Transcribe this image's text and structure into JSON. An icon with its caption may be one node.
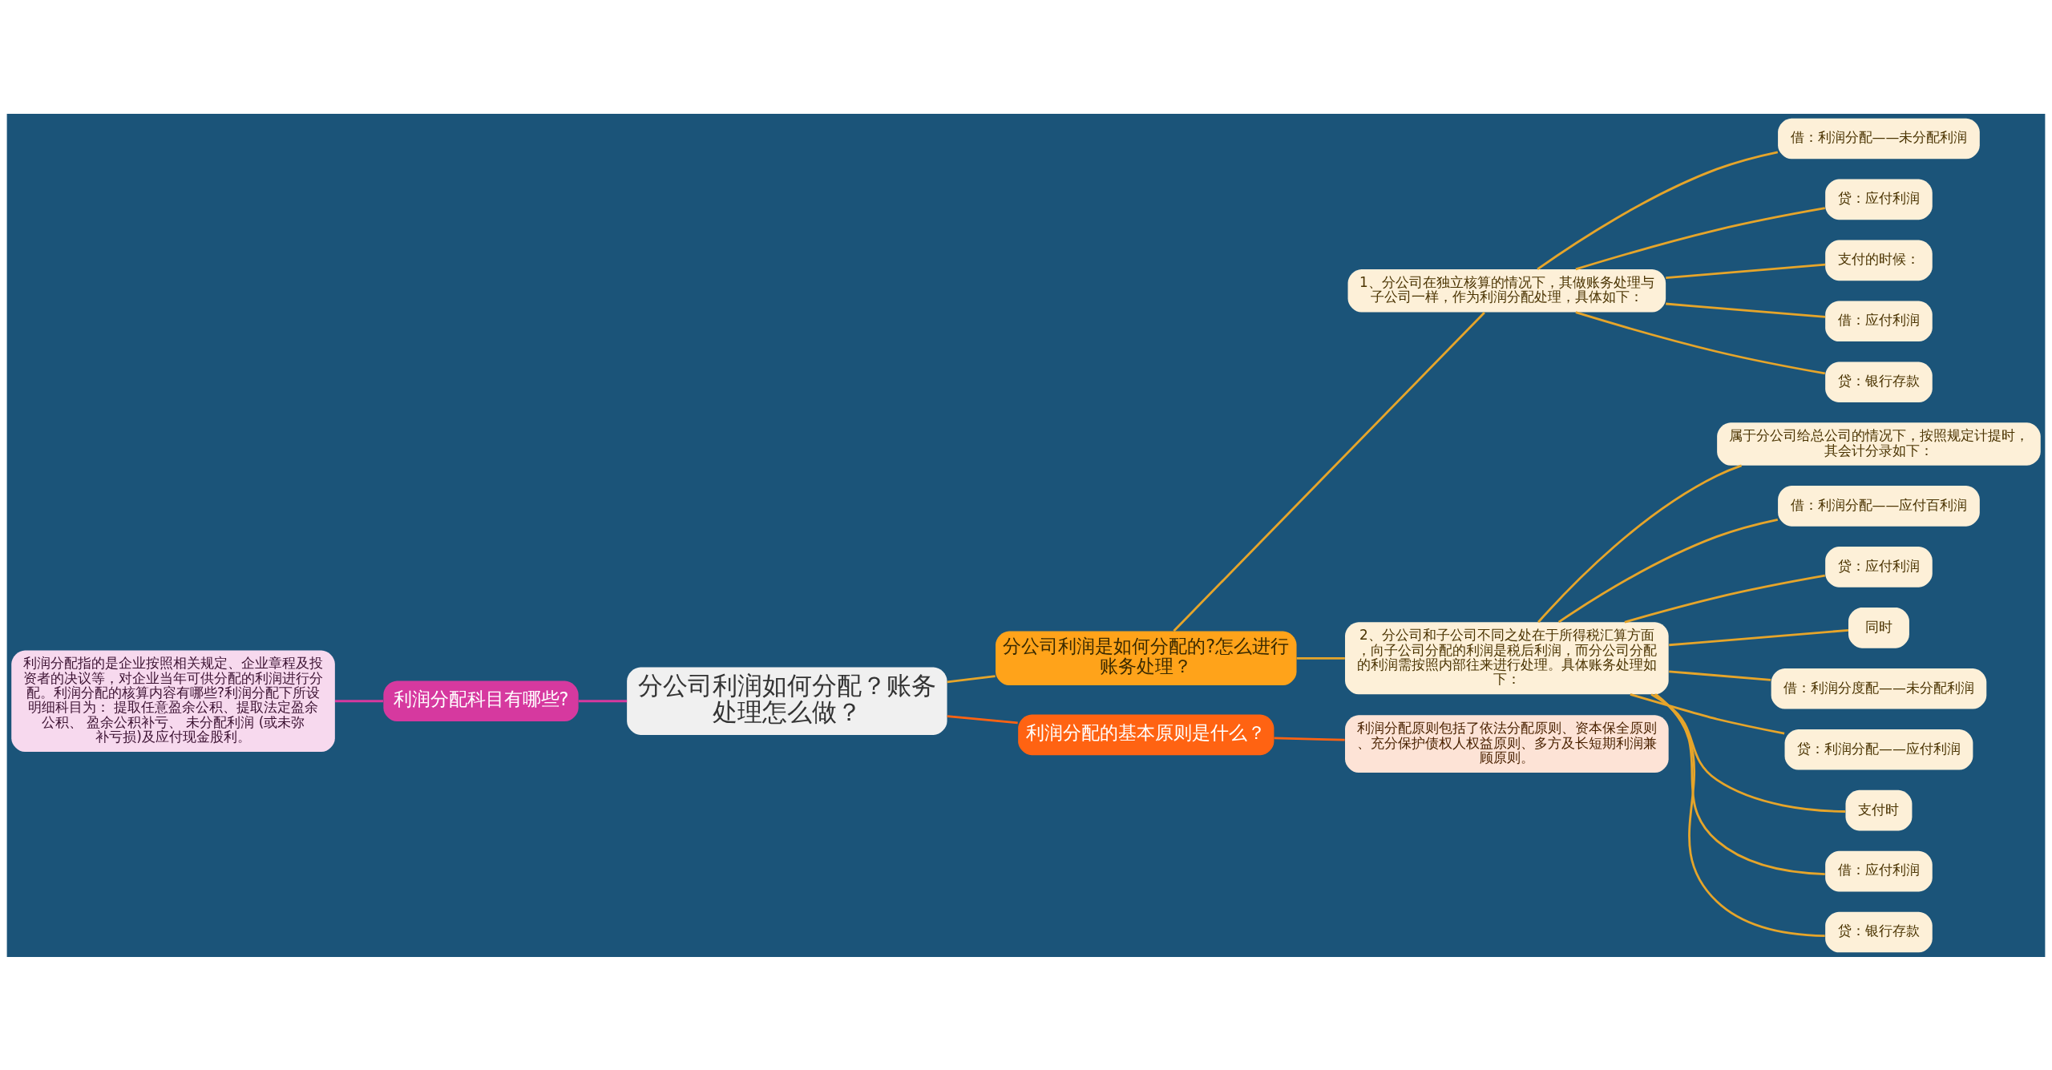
{
  "diagram": {
    "nodes": [
      {
        "text": [
          "分公司利润如何分配？账务处理怎么做？"
        ]
      },
      {
        "text": [
          "分公司利润是如何分配的?怎么进行账务处理？"
        ]
      },
      {
        "text": [
          "1、分公司在独立核算的情况下，其做账务处理与子公司一样，作为利润分配处理，具体如下："
        ]
      },
      {
        "text": [
          "借：利润分配——未分配利润"
        ]
      },
      {
        "text": [
          "贷：应付利润"
        ]
      },
      {
        "text": [
          "支付的时候："
        ]
      },
      {
        "text": [
          "借：应付利润"
        ]
      },
      {
        "text": [
          "贷：银行存款"
        ]
      },
      {
        "text": [
          "2、分公司和子公司不同之处在于所得税汇算方面，向子公司分配的利润是税后利润，而分公司分配的利润需按照内部往来进行处理。具体账务处理如下："
        ]
      },
      {
        "text": [
          "属于分公司给总公司的情况下，按照规定计提时，其会计分录如下："
        ]
      },
      {
        "text": [
          "借：利润分配——应付百利润"
        ]
      },
      {
        "text": [
          "贷：应付利润"
        ]
      },
      {
        "text": [
          "同时"
        ]
      },
      {
        "text": [
          "借：利润分度配——未分配利润"
        ]
      },
      {
        "text": [
          "贷：利润分配——应付利润"
        ]
      },
      {
        "text": [
          "支付时"
        ]
      },
      {
        "text": [
          "借：应付利润"
        ]
      },
      {
        "text": [
          "贷：银行存款"
        ]
      },
      {
        "text": [
          "利润分配的基本原则是什么？"
        ]
      },
      {
        "text": [
          "利润分配原则包括了依法分配原则、资本保全原则、充分保护债权人权益原则、多方及长短期利润兼顾原则。"
        ]
      },
      {
        "text": [
          "利润分配科目有哪些?"
        ]
      },
      {
        "text": [
          "利润分配指的是企业按照相关规定、企业章程及投资者的决议等，对企业当年可供分配的利润进行分配。利润分配的核算内容有哪些?利润分配下所设明细科目为： 提取任意盈余公积、提取法定盈余公积、 盈余公积补亏、 未分配利润 (或未弥补亏损)及应付现金股利。"
        ]
      }
    ],
    "edges": [
      {
        "from": 0,
        "to": 1,
        "arrow": "none"
      },
      {
        "from": 1,
        "to": 2,
        "arrow": "none"
      },
      {
        "from": 2,
        "to": 3,
        "arrow": "none"
      },
      {
        "from": 2,
        "to": 4,
        "arrow": "none"
      },
      {
        "from": 2,
        "to": 5,
        "arrow": "none"
      },
      {
        "from": 2,
        "to": 6,
        "arrow": "none"
      },
      {
        "from": 2,
        "to": 7,
        "arrow": "none"
      },
      {
        "from": 1,
        "to": 8,
        "arrow": "none"
      },
      {
        "from": 8,
        "to": 9,
        "arrow": "none"
      },
      {
        "from": 8,
        "to": 10,
        "arrow": "none"
      },
      {
        "from": 8,
        "to": 11,
        "arrow": "none"
      },
      {
        "from": 8,
        "to": 12,
        "arrow": "none"
      },
      {
        "from": 8,
        "to": 13,
        "arrow": "none"
      },
      {
        "from": 8,
        "to": 14,
        "arrow": "none"
      },
      {
        "from": 8,
        "to": 15,
        "arrow": "none"
      },
      {
        "from": 8,
        "to": 16,
        "arrow": "none"
      },
      {
        "from": 8,
        "to": 17,
        "arrow": "none"
      },
      {
        "from": 0,
        "to": 18,
        "arrow": "none",
        "color": "#ff6312"
      },
      {
        "from": 18,
        "to": 19,
        "arrow": "none",
        "color": "#ff6312"
      },
      {
        "from": 0,
        "to": 20,
        "arrow": "none",
        "color": "#d6399f"
      },
      {
        "from": 20,
        "to": 21,
        "arrow": "none",
        "color": "#d6399f"
      }
    ]
  }
}
